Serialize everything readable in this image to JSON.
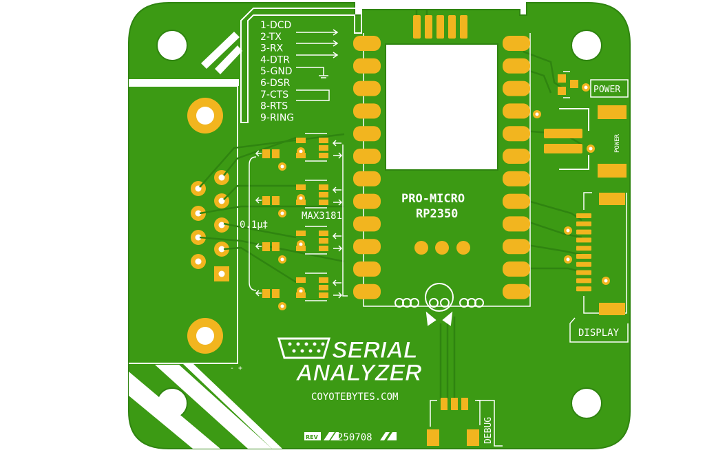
{
  "colors": {
    "board": "#3c9a14",
    "board_dark": "#2f8410",
    "pad": "#f2b51f",
    "pad_edge": "#d99a10",
    "silk": "#ffffff",
    "hole": "#ffffff",
    "background": "#ffffff"
  },
  "pinout": [
    "1-DCD",
    "2-TX",
    "3-RX",
    "4-DTR",
    "5-GND",
    "6-DSR",
    "7-CTS",
    "8-RTS",
    "9-RING"
  ],
  "labels": {
    "cap": "0.1µ",
    "chip": "MAX3181",
    "mcu_line1": "PRO-MICRO",
    "mcu_line2": "RP2350",
    "power": "POWER",
    "power_vertical": "POWER",
    "display": "DISPLAY",
    "debug": "DEBUG",
    "logo_line1": "SERIAL",
    "logo_line2": "ANALYZER",
    "website": "COYOTEBYTES.COM",
    "rev_tag": "REV",
    "rev_number": "250708",
    "polarity": "- +"
  }
}
